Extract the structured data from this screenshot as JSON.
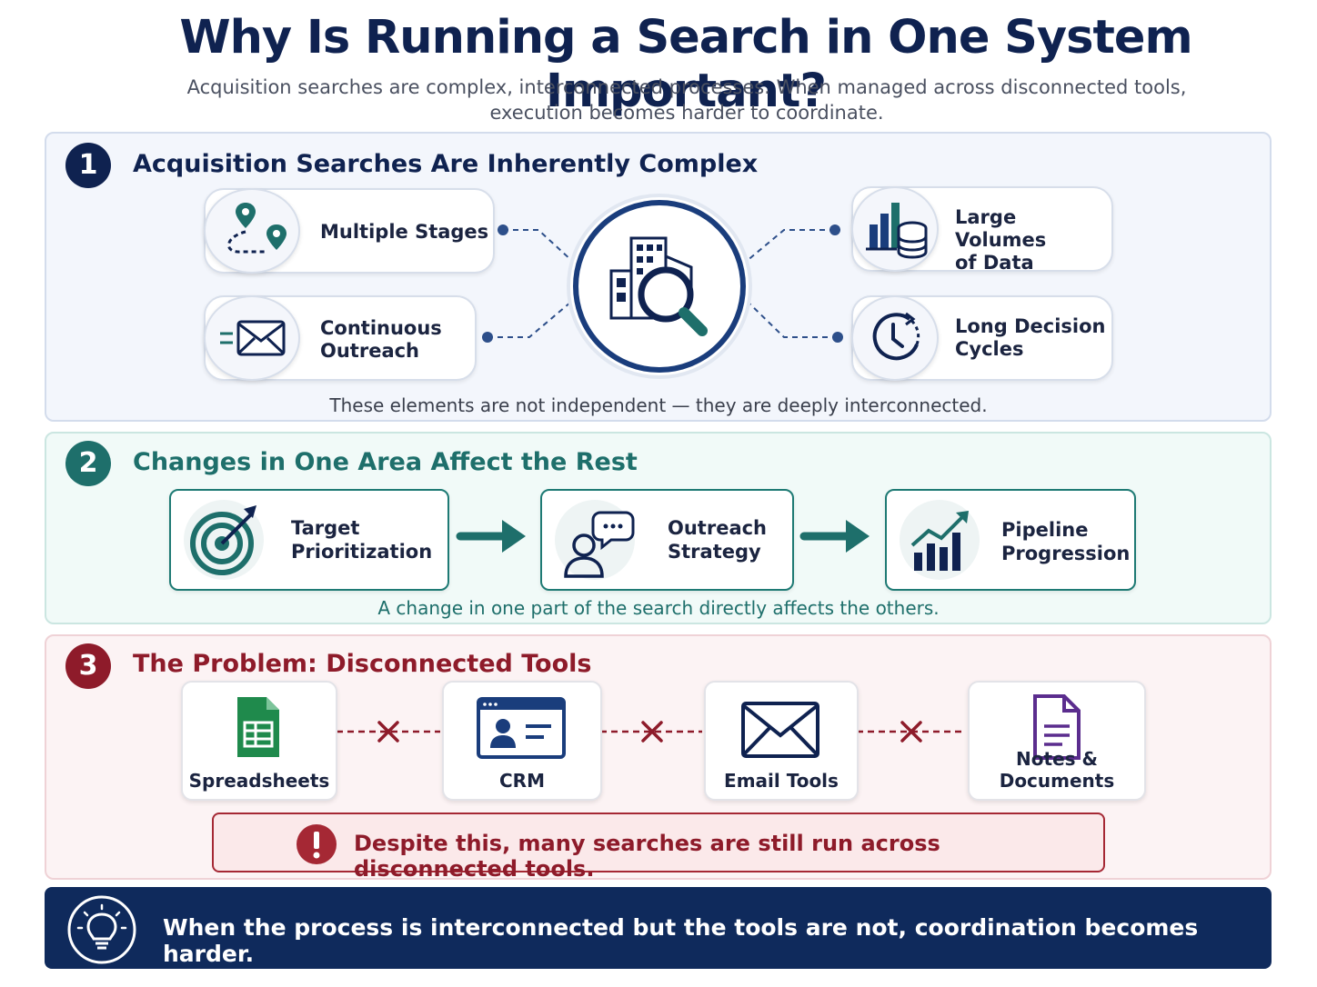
{
  "header": {
    "title": "Why Is Running a Search in One System Important?",
    "subtitle_line1": "Acquisition searches are complex, interconnected processes. When managed across disconnected tools,",
    "subtitle_line2": "execution becomes harder to coordinate."
  },
  "section1": {
    "number": "1",
    "title": "Acquisition Searches Are Inherently Complex",
    "items": [
      {
        "line1": "Multiple Stages",
        "line2": "",
        "icon": "route-pins-icon"
      },
      {
        "line1": "Continuous",
        "line2": "Outreach",
        "icon": "envelope-icon"
      },
      {
        "line1": "Large Volumes",
        "line2": "of Data",
        "icon": "chart-database-icon"
      },
      {
        "line1": "Long Decision",
        "line2": "Cycles",
        "icon": "clock-icon"
      }
    ],
    "center_icon": "building-search-icon",
    "note": "These elements are not independent — they are deeply interconnected."
  },
  "section2": {
    "number": "2",
    "title": "Changes in One Area Affect the Rest",
    "items": [
      {
        "line1": "Target",
        "line2": "Prioritization",
        "icon": "target-icon"
      },
      {
        "line1": "Outreach",
        "line2": "Strategy",
        "icon": "person-chat-icon"
      },
      {
        "line1": "Pipeline",
        "line2": "Progression",
        "icon": "growth-chart-icon"
      }
    ],
    "note": "A change in one part of the search directly affects the others."
  },
  "section3": {
    "number": "3",
    "title": "The Problem: Disconnected Tools",
    "tools": [
      {
        "label": "Spreadsheets",
        "icon": "spreadsheet-icon"
      },
      {
        "label": "CRM",
        "icon": "crm-icon"
      },
      {
        "label": "Email Tools",
        "icon": "envelope-icon"
      },
      {
        "label": "Notes & Documents",
        "icon": "document-icon"
      }
    ],
    "warning": "Despite this, many searches are still run across disconnected tools."
  },
  "footer": {
    "text": "When the process is interconnected but the tools are not, coordination becomes harder.",
    "icon": "lightbulb-icon"
  },
  "colors": {
    "navy": "#0f2a5c",
    "teal": "#1e6f6b",
    "maroon": "#8e1b2a"
  }
}
